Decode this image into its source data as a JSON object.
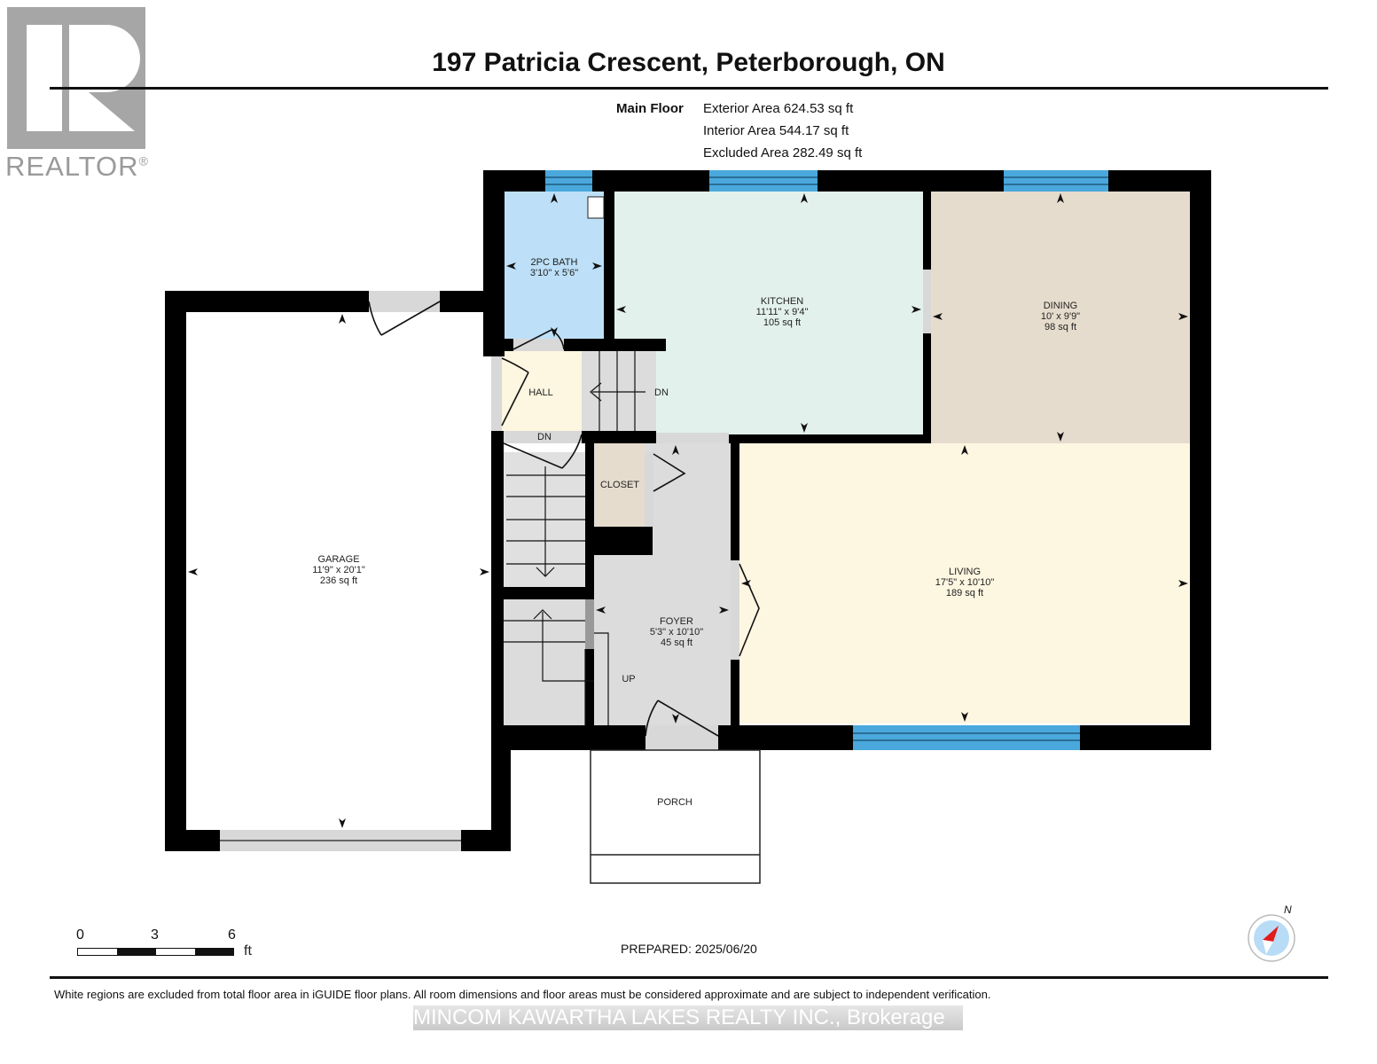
{
  "header": {
    "title": "197 Patricia Crescent, Peterborough, ON",
    "floor_name": "Main Floor",
    "areas": [
      "Exterior Area 624.53 sq ft",
      "Interior Area 544.17 sq ft",
      "Excluded Area 282.49 sq ft"
    ]
  },
  "logo": {
    "text": "REALTOR",
    "mark": "®"
  },
  "rooms": {
    "bath": {
      "name": "2PC BATH",
      "dims": "3'10\" x 5'6\"",
      "area": ""
    },
    "kitchen": {
      "name": "KITCHEN",
      "dims": "11'11\" x 9'4\"",
      "area": "105 sq ft"
    },
    "dining": {
      "name": "DINING",
      "dims": "10' x 9'9\"",
      "area": "98 sq ft"
    },
    "hall": {
      "name": "HALL"
    },
    "closet": {
      "name": "CLOSET"
    },
    "garage": {
      "name": "GARAGE",
      "dims": "11'9\" x 20'1\"",
      "area": "236 sq ft"
    },
    "living": {
      "name": "LIVING",
      "dims": "17'5\" x 10'10\"",
      "area": "189 sq ft"
    },
    "foyer": {
      "name": "FOYER",
      "dims": "5'3\" x 10'10\"",
      "area": "45 sq ft"
    },
    "porch": {
      "name": "PORCH"
    }
  },
  "stairs": {
    "dn_upper": "DN",
    "dn_lower": "DN",
    "up": "UP"
  },
  "scale_bar": {
    "labels": [
      "0",
      "3",
      "6"
    ],
    "unit": "ft"
  },
  "prepared": "PREPARED: 2025/06/20",
  "compass": {
    "label": "N",
    "icon": "compass-north-icon"
  },
  "disclaimer": "White regions are excluded from total floor area in iGUIDE floor plans. All room dimensions and floor areas must be considered approximate and are subject to independent verification.",
  "watermark": "MINCOM KAWARTHA LAKES REALTY INC., Brokerage",
  "colors": {
    "wall": "#000000",
    "window": "#4aa8dc",
    "bath": "#bde0f8",
    "kitchen": "#e3f1ec",
    "dining": "#e6dccd",
    "hall": "#fdf6e0",
    "living": "#fdf6e1",
    "closet": "#e6dccd",
    "foyer": "#dcdcdc",
    "opening": "#d8d8d8"
  }
}
